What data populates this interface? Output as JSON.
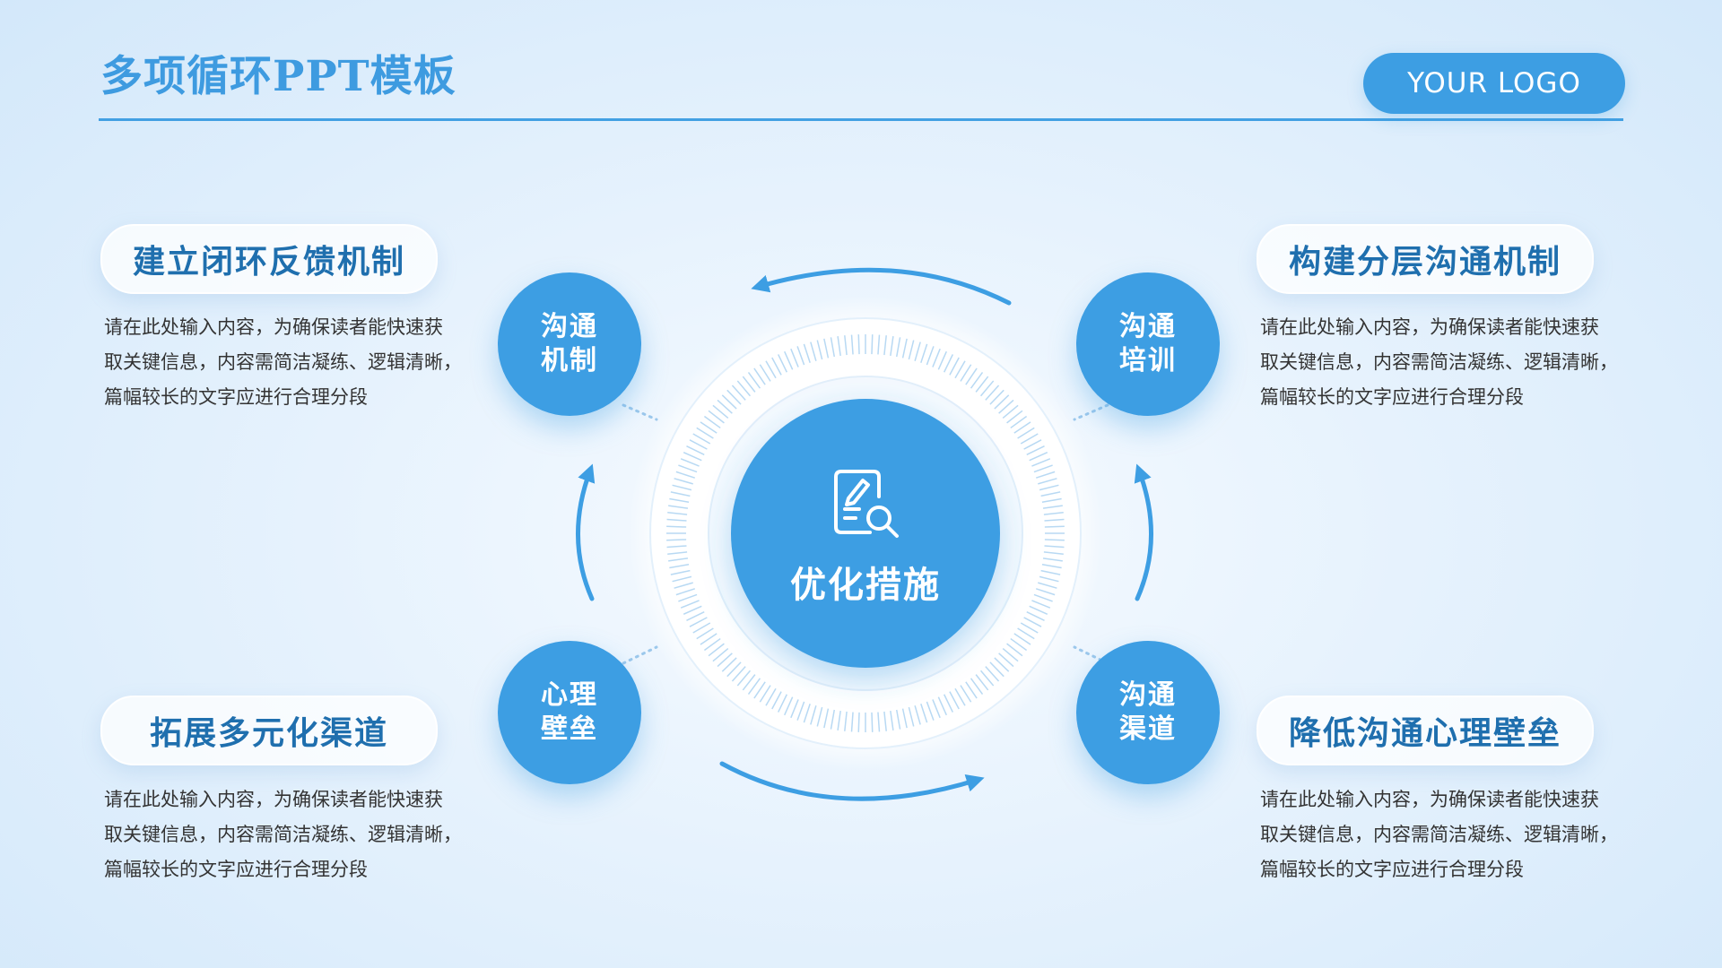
{
  "header": {
    "title": "多项循环PPT模板",
    "logo": "YOUR LOGO"
  },
  "center": {
    "label": "优化措施",
    "icon": "document-search-icon"
  },
  "nodes": {
    "top_left": {
      "line1": "沟通",
      "line2": "机制"
    },
    "top_right": {
      "line1": "沟通",
      "line2": "培训"
    },
    "bottom_left": {
      "line1": "心理",
      "line2": "壁垒"
    },
    "bottom_right": {
      "line1": "沟通",
      "line2": "渠道"
    }
  },
  "items": {
    "top_left": {
      "title": "建立闭环反馈机制",
      "desc": [
        "请在此处输入内容，为确保读者能快速获",
        "取关键信息，内容需简洁凝练、逻辑清晰，",
        "篇幅较长的文字应进行合理分段"
      ]
    },
    "top_right": {
      "title": "构建分层沟通机制",
      "desc": [
        "请在此处输入内容，为确保读者能快速获",
        "取关键信息，内容需简洁凝练、逻辑清晰，",
        "篇幅较长的文字应进行合理分段"
      ]
    },
    "bottom_left": {
      "title": "拓展多元化渠道",
      "desc": [
        "请在此处输入内容，为确保读者能快速获",
        "取关键信息，内容需简洁凝练、逻辑清晰，",
        "篇幅较长的文字应进行合理分段"
      ]
    },
    "bottom_right": {
      "title": "降低沟通心理壁垒",
      "desc": [
        "请在此处输入内容，为确保读者能快速获",
        "取关键信息，内容需简洁凝练、逻辑清晰，",
        "篇幅较长的文字应进行合理分段"
      ]
    }
  },
  "colors": {
    "accent": "#3d9ee3",
    "title": "#3e9be0",
    "pill_text": "#1f6fae"
  }
}
